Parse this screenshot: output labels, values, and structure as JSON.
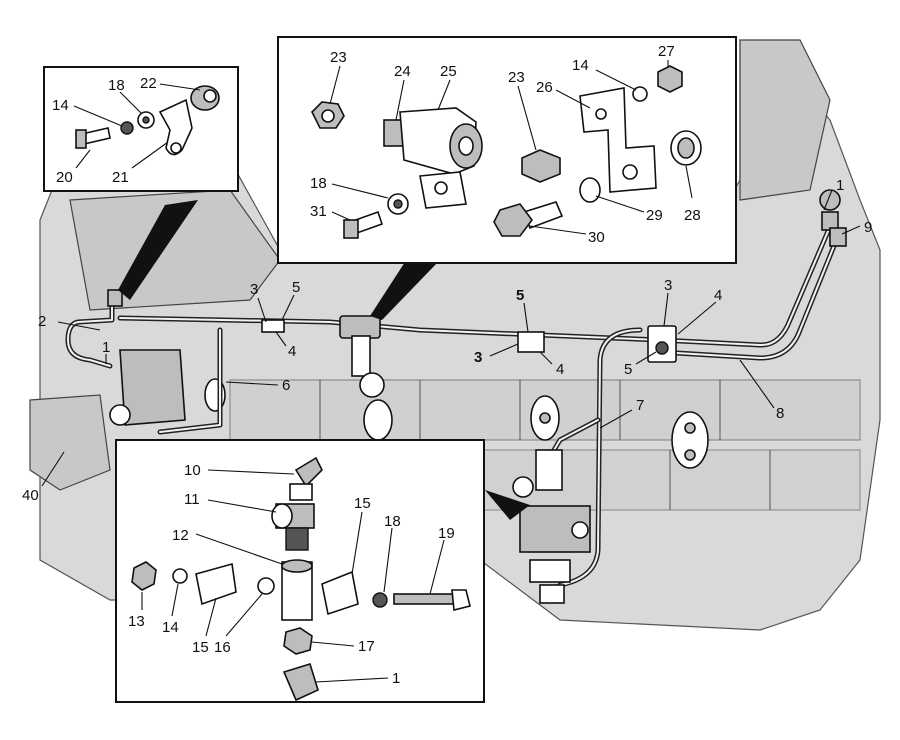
{
  "diagram": {
    "title": "",
    "colors": {
      "line": "#111111",
      "engine_fill": "#d9d9d9",
      "box_fill": "#ffffff"
    },
    "labels": [
      {
        "id": "l1a",
        "text": "1"
      },
      {
        "id": "l9",
        "text": "9"
      },
      {
        "id": "l2",
        "text": "2"
      },
      {
        "id": "l1b",
        "text": "1"
      },
      {
        "id": "l3a",
        "text": "3"
      },
      {
        "id": "l5a",
        "text": "5"
      },
      {
        "id": "l4a",
        "text": "4"
      },
      {
        "id": "l6",
        "text": "6"
      },
      {
        "id": "l5b",
        "text": "5"
      },
      {
        "id": "l3b",
        "text": "3"
      },
      {
        "id": "l4b",
        "text": "4"
      },
      {
        "id": "l3c",
        "text": "3"
      },
      {
        "id": "l4c",
        "text": "4"
      },
      {
        "id": "l5c",
        "text": "5"
      },
      {
        "id": "l8",
        "text": "8"
      },
      {
        "id": "l7",
        "text": "7"
      },
      {
        "id": "l40",
        "text": "40"
      },
      {
        "id": "t14a",
        "text": "14"
      },
      {
        "id": "t18a",
        "text": "18"
      },
      {
        "id": "t22",
        "text": "22"
      },
      {
        "id": "t20",
        "text": "20"
      },
      {
        "id": "t21",
        "text": "21"
      },
      {
        "id": "t23a",
        "text": "23"
      },
      {
        "id": "t24",
        "text": "24"
      },
      {
        "id": "t25",
        "text": "25"
      },
      {
        "id": "t23b",
        "text": "23"
      },
      {
        "id": "t14b",
        "text": "14"
      },
      {
        "id": "t27",
        "text": "27"
      },
      {
        "id": "t26",
        "text": "26"
      },
      {
        "id": "t18b",
        "text": "18"
      },
      {
        "id": "t31",
        "text": "31"
      },
      {
        "id": "t30",
        "text": "30"
      },
      {
        "id": "t29",
        "text": "29"
      },
      {
        "id": "t28",
        "text": "28"
      },
      {
        "id": "b10",
        "text": "10"
      },
      {
        "id": "b11",
        "text": "11"
      },
      {
        "id": "b12",
        "text": "12"
      },
      {
        "id": "b15a",
        "text": "15"
      },
      {
        "id": "b18",
        "text": "18"
      },
      {
        "id": "b19",
        "text": "19"
      },
      {
        "id": "b13",
        "text": "13"
      },
      {
        "id": "b14",
        "text": "14"
      },
      {
        "id": "b15b",
        "text": "15"
      },
      {
        "id": "b16",
        "text": "16"
      },
      {
        "id": "b17",
        "text": "17"
      },
      {
        "id": "b1",
        "text": "1"
      }
    ]
  }
}
